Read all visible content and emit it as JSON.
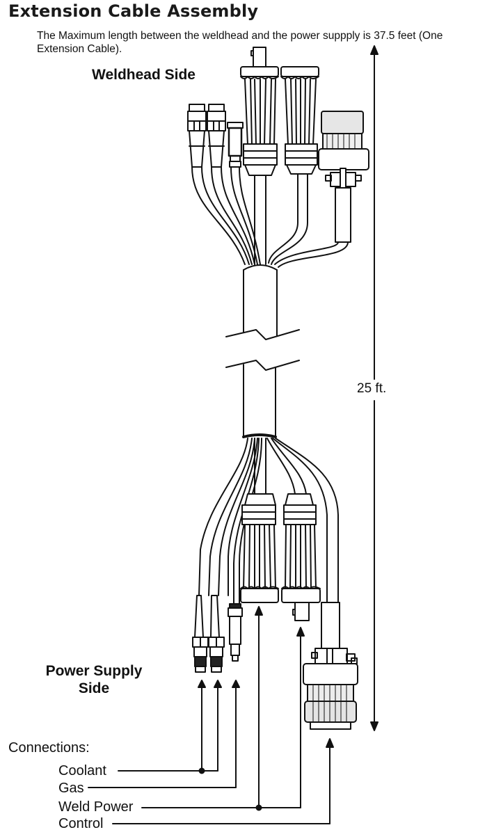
{
  "header": {
    "title": "Extension Cable Assembly",
    "description": "The Maximum length between the weldhead and the power suppply is 37.5 feet (One Extension Cable)."
  },
  "diagram": {
    "weldhead_side_label": "Weldhead Side",
    "power_supply_side_label": "Power Supply Side",
    "power_supply_side_line1": "Power Supply",
    "power_supply_side_line2": "Side",
    "cable_length_label": "25 ft.",
    "connections": {
      "heading": "Connections:",
      "items": [
        {
          "label": "Coolant"
        },
        {
          "label": "Gas"
        },
        {
          "label": "Weld Power"
        },
        {
          "label": "Control"
        }
      ]
    },
    "colors": {
      "line": "#111111",
      "background": "#ffffff"
    }
  }
}
